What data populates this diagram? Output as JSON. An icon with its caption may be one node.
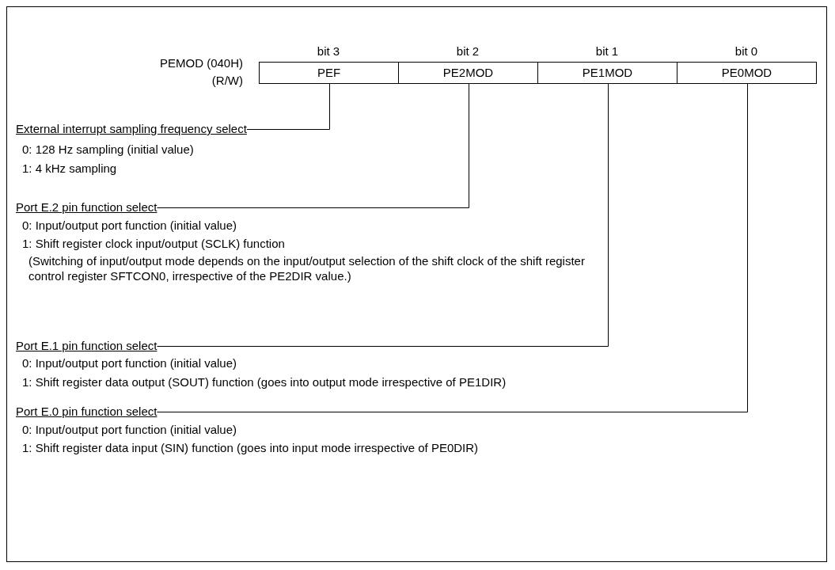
{
  "diagram": {
    "nodes": [
      {
        "text": [
          "PEF"
        ],
        "beside": [
          "bit 3"
        ]
      },
      {
        "text": [
          "PE2MOD"
        ],
        "beside": [
          "bit 2"
        ]
      },
      {
        "text": [
          "PE1MOD"
        ],
        "beside": [
          "bit 1"
        ]
      },
      {
        "text": [
          "PE0MOD"
        ],
        "beside": [
          "bit 0"
        ]
      },
      {
        "text": [
          "External interrupt sampling frequency select"
        ]
      },
      {
        "text": [
          "Port E.2 pin function select"
        ]
      },
      {
        "text": [
          "Port E.1 pin function select"
        ]
      },
      {
        "text": [
          "Port E.0 pin function select"
        ]
      }
    ],
    "edges": [
      {
        "from": 4,
        "to": 0,
        "arrow": "none"
      },
      {
        "from": 5,
        "to": 1,
        "arrow": "none"
      },
      {
        "from": 6,
        "to": 2,
        "arrow": "none"
      },
      {
        "from": 7,
        "to": 3,
        "arrow": "none"
      }
    ],
    "labels": [
      "PEMOD (040H)",
      "(R/W)",
      "0: 128 Hz sampling (initial value)",
      "1: 4 kHz sampling",
      "0: Input/output port function (initial value)",
      "1: Shift register clock input/output (SCLK) function",
      "(Switching of input/output mode depends on the input/output selection of the shift clock of the shift register control register SFTCON0, irrespective of the PE2DIR value.)",
      "0: Input/output port function (initial value)",
      "1: Shift register data output (SOUT) function (goes into output mode irrespective of PE1DIR)",
      "0: Input/output port function (initial value)",
      "1: Shift register data input (SIN) function (goes into input mode irrespective of PE0DIR)"
    ]
  }
}
